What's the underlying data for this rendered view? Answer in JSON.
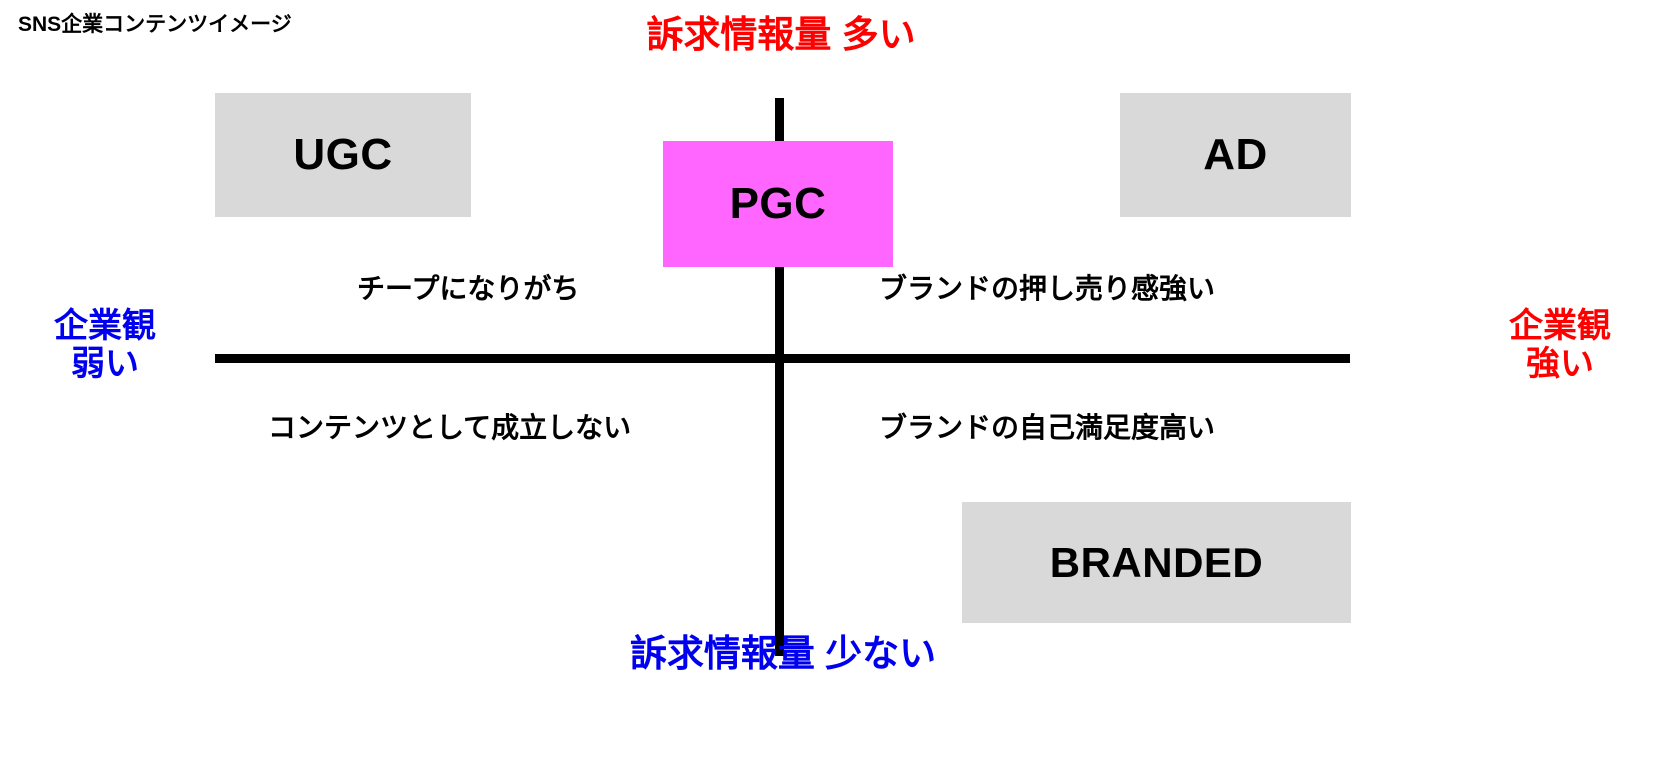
{
  "title": "SNS企業コンテンツイメージ",
  "colors": {
    "axis": "#000000",
    "box_gray": "#d9d9d9",
    "box_highlight": "#ff66ff",
    "label_red": "#ff0000",
    "label_blue": "#0000ee",
    "text_black": "#000000",
    "background": "#ffffff"
  },
  "axes": {
    "vertical": {
      "top_label": "訴求情報量 多い",
      "top_label_color": "#ff0000",
      "bottom_label": "訴求情報量 少ない",
      "bottom_label_color": "#0000ee"
    },
    "horizontal": {
      "left_label_line1": "企業観",
      "left_label_line2": "弱い",
      "left_label_color": "#0000ee",
      "right_label_line1": "企業観",
      "right_label_line2": "強い",
      "right_label_color": "#ff0000"
    }
  },
  "boxes": [
    {
      "id": "ugc",
      "label": "UGC",
      "fill": "#d9d9d9",
      "quadrant": "top-left"
    },
    {
      "id": "pgc",
      "label": "PGC",
      "fill": "#ff66ff",
      "quadrant": "top-center"
    },
    {
      "id": "ad",
      "label": "AD",
      "fill": "#d9d9d9",
      "quadrant": "top-right"
    },
    {
      "id": "branded",
      "label": "BRANDED",
      "fill": "#d9d9d9",
      "quadrant": "bottom-right"
    }
  ],
  "quadrant_notes": {
    "top_left": "チープになりがち",
    "top_right": "ブランドの押し売り感強い",
    "bottom_left": "コンテンツとして成立しない",
    "bottom_right": "ブランドの自己満足度高い"
  },
  "chart_data": {
    "type": "scatter",
    "title": "SNS企業コンテンツイメージ",
    "xlabel": "企業観",
    "ylabel": "訴求情報量",
    "x_axis_low_label": "企業観 弱い",
    "x_axis_high_label": "企業観 強い",
    "y_axis_low_label": "訴求情報量 少ない",
    "y_axis_high_label": "訴求情報量 多い",
    "grid": false,
    "legend": "none",
    "items": [
      {
        "label": "UGC",
        "x": "low",
        "y": "high",
        "fill": "#d9d9d9"
      },
      {
        "label": "PGC",
        "x": "center",
        "y": "high",
        "fill": "#ff66ff"
      },
      {
        "label": "AD",
        "x": "high",
        "y": "high",
        "fill": "#d9d9d9"
      },
      {
        "label": "BRANDED",
        "x": "high",
        "y": "low",
        "fill": "#d9d9d9"
      }
    ],
    "annotations": [
      {
        "quadrant": "top-left",
        "text": "チープになりがち"
      },
      {
        "quadrant": "top-right",
        "text": "ブランドの押し売り感強い"
      },
      {
        "quadrant": "bottom-left",
        "text": "コンテンツとして成立しない"
      },
      {
        "quadrant": "bottom-right",
        "text": "ブランドの自己満足度高い"
      }
    ]
  }
}
